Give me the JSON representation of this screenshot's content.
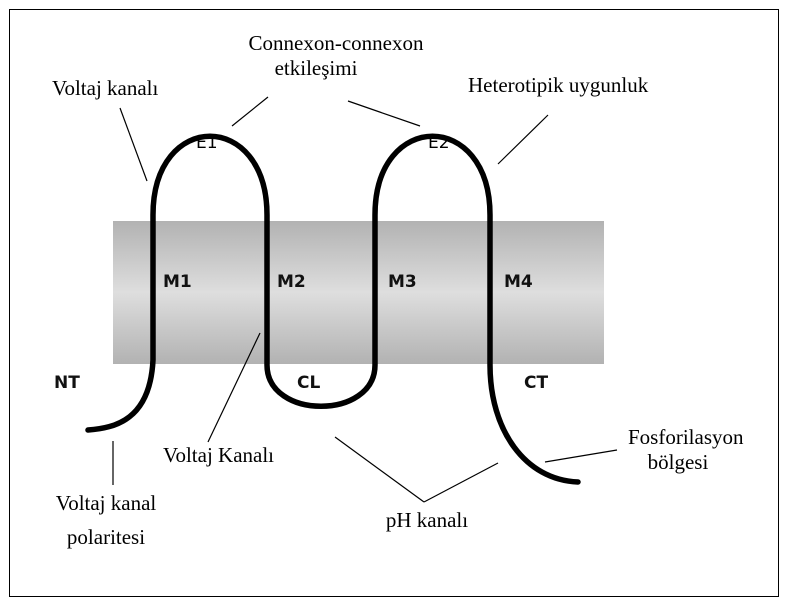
{
  "diagram": {
    "annotations": {
      "connexon_line1": "Connexon-connexon",
      "connexon_line2": "etkileşimi",
      "voltaj_kanali_top": "Voltaj kanalı",
      "heterotipik": "Heterotipik uygunluk",
      "voltaj_kanali_mid": "Voltaj Kanalı",
      "voltaj_polarite_line1": "Voltaj kanal",
      "voltaj_polarite_line2": "polaritesi",
      "ph_kanali": "pH kanalı",
      "fosforilasyon_line1": "Fosforilasyon",
      "fosforilasyon_line2": "bölgesi"
    },
    "segments": {
      "e1": "E1",
      "e2": "E2",
      "m1": "M1",
      "m2": "M2",
      "m3": "M3",
      "m4": "M4",
      "nt": "NT",
      "cl": "CL",
      "ct": "CT"
    },
    "colors": {
      "membrane_edge": "#b4b4b4",
      "membrane_center": "#dcdcdc",
      "strand": "#000000"
    }
  }
}
